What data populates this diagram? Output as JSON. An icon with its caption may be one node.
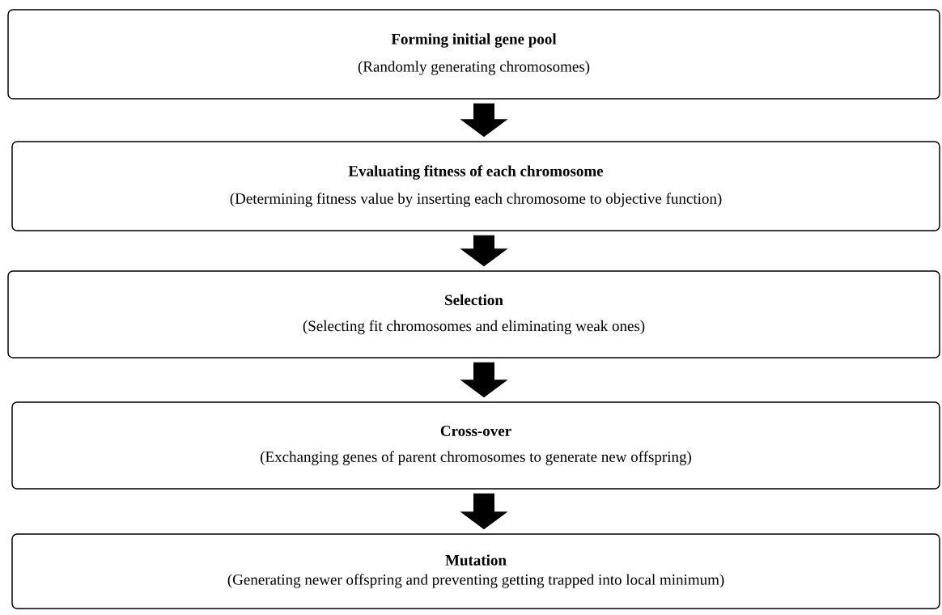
{
  "diagram": {
    "nodes": [
      {
        "text": [
          "Forming initial gene pool",
          "(Randomly generating chromosomes)"
        ]
      },
      {
        "text": [
          "Evaluating fitness of each chromosome",
          "(Determining fitness value by inserting each chromosome to objective function)"
        ]
      },
      {
        "text": [
          "Selection",
          "(Selecting fit chromosomes and eliminating weak ones)"
        ]
      },
      {
        "text": [
          "Cross-over",
          "(Exchanging genes of parent chromosomes to generate new offspring)"
        ]
      },
      {
        "text": [
          "Mutation",
          "(Generating newer offspring and preventing getting trapped into local minimum)"
        ]
      }
    ],
    "edges": [
      {
        "from": 0,
        "to": 1,
        "arrow": "to"
      },
      {
        "from": 1,
        "to": 2,
        "arrow": "to"
      },
      {
        "from": 2,
        "to": 3,
        "arrow": "to"
      },
      {
        "from": 3,
        "to": 4,
        "arrow": "to"
      }
    ]
  }
}
